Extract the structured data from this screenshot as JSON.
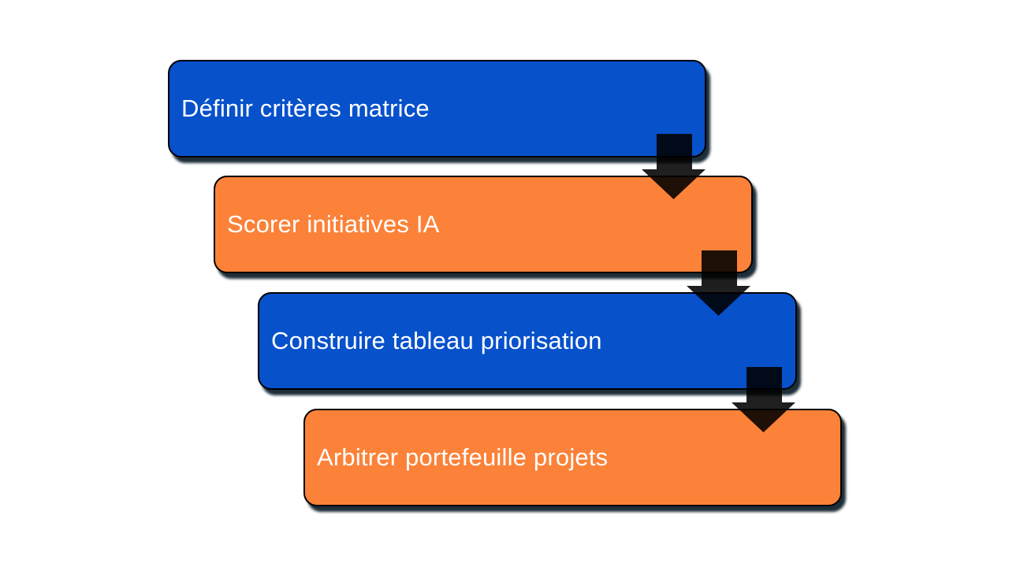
{
  "diagram": {
    "type": "step-down-process",
    "steps": [
      {
        "label": "Définir critères matrice",
        "fill": "#0751CB"
      },
      {
        "label": "Scorer initiatives IA",
        "fill": "#FB8238"
      },
      {
        "label": "Construire tableau priorisation",
        "fill": "#0751CB"
      },
      {
        "label": "Arbitrer portefeuille projets",
        "fill": "#FB8238"
      }
    ],
    "colors": {
      "step_blue": "#0751CB",
      "step_orange": "#FB8238",
      "text": "#FFFFFF",
      "outline": "#000000",
      "shadow": "rgba(10,28,40,0.92)",
      "arrow": "rgba(0,0,0,0.88)",
      "background": "#FFFFFF"
    }
  }
}
